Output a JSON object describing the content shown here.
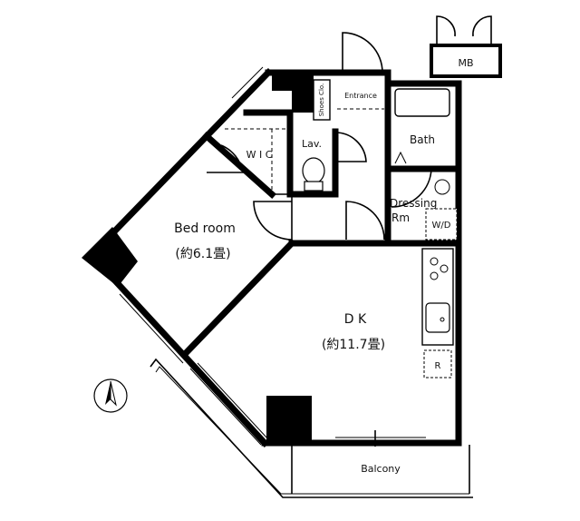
{
  "rooms": {
    "bedroom": {
      "name": "Bed room",
      "size": "(約6.1畳)"
    },
    "dk": {
      "name": "D K",
      "size": "(約11.7畳)"
    },
    "wic": "W I C",
    "lav": "Lav.",
    "bath": "Bath",
    "dressing": {
      "line1": "Dressing",
      "line2": "Rm"
    },
    "wd": "W/D",
    "entrance": "Entrance",
    "shoes": "Shoes Clo.",
    "mb": "MB",
    "balcony": "Balcony",
    "refrigerator": "R"
  },
  "icons": [
    "compass-north-icon",
    "stove-icon",
    "sink-icon",
    "toilet-icon",
    "bathtub-icon"
  ]
}
